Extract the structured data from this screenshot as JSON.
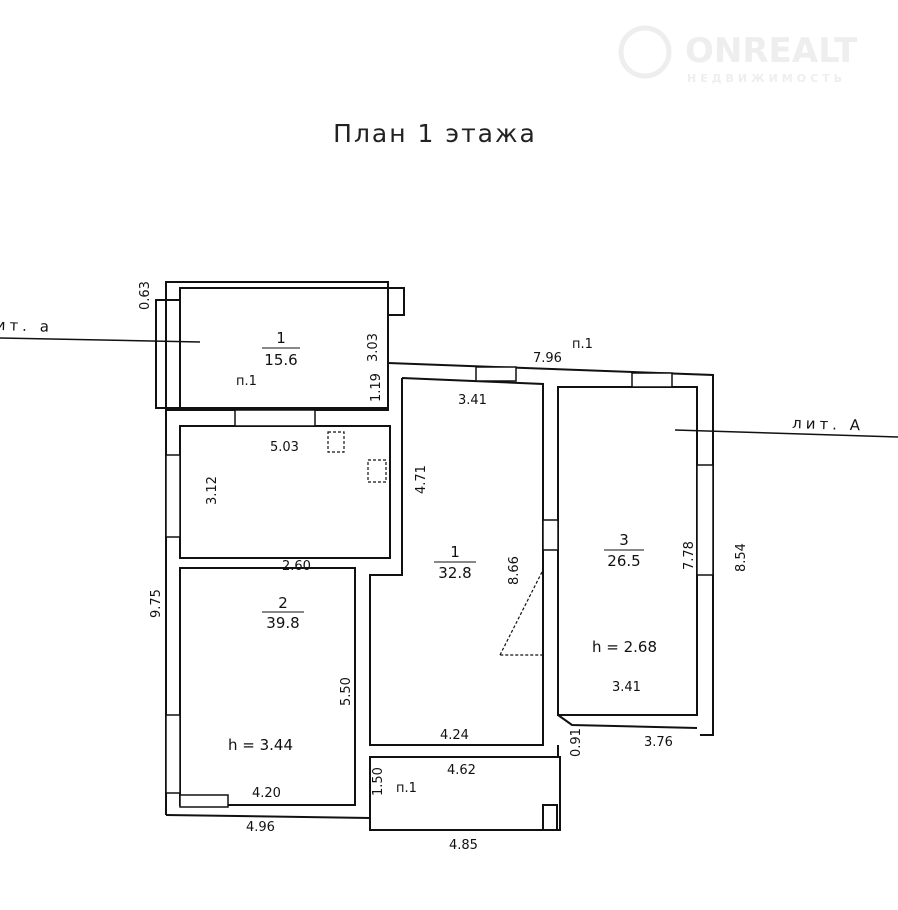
{
  "title": "План 1 этажа",
  "watermark": {
    "brand": "ONREALT",
    "subtitle": "НЕДВИЖИМОСТЬ"
  },
  "liter_labels": {
    "left": "лит. а",
    "right": "лит. А"
  },
  "rooms": [
    {
      "number": "1",
      "area": "15.6"
    },
    {
      "number": "1",
      "area": "32.8"
    },
    {
      "number": "3",
      "area": "26.5"
    },
    {
      "number": "2",
      "area": "39.8"
    }
  ],
  "heights": {
    "room3": "h = 2.68",
    "room2": "h = 3.44"
  },
  "passage_labels": [
    "п.1",
    "п.1",
    "п.1"
  ],
  "dimensions": {
    "d063": "0.63",
    "d303": "3.03",
    "d119": "1.19",
    "d503": "5.03",
    "d312": "3.12",
    "d471": "4.71",
    "d341a": "3.41",
    "d796": "7.96",
    "d866": "8.66",
    "d778": "7.78",
    "d854": "8.54",
    "d341b": "3.41",
    "d376": "3.76",
    "d091": "0.91",
    "d260": "2.60",
    "d975": "9.75",
    "d550": "5.50",
    "d424": "4.24",
    "d462": "4.62",
    "d150": "1.50",
    "d420": "4.20",
    "d496": "4.96",
    "d485": "4.85"
  }
}
